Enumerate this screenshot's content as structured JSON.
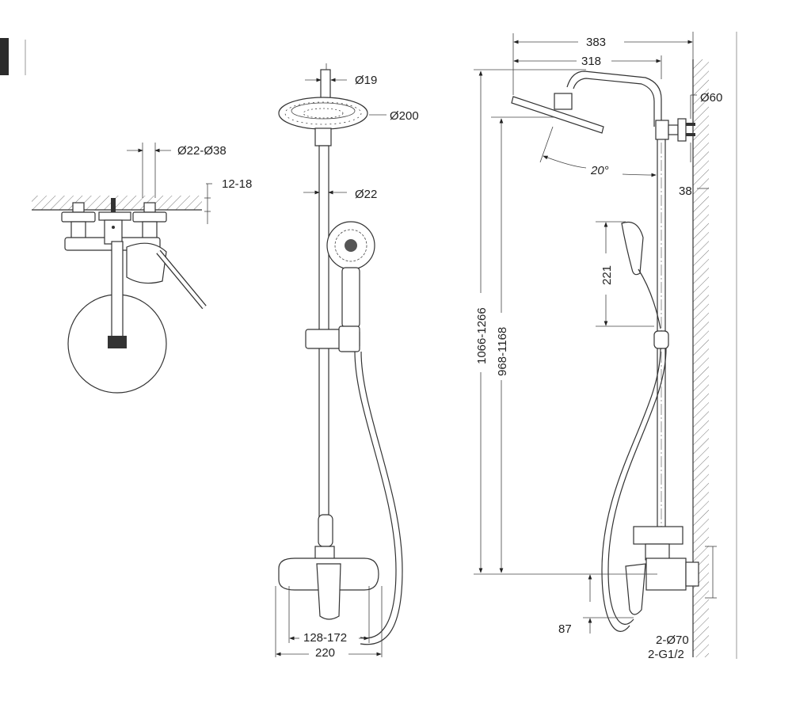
{
  "drawing": {
    "title": "Shower system dimension drawing",
    "views": [
      "top-view",
      "front-view",
      "side-view"
    ],
    "top_view": {
      "pipe_diameter": "Ø22-Ø38",
      "wall_offset": "12-18"
    },
    "front_view": {
      "stem_diameter": "Ø19",
      "head_diameter": "Ø200",
      "rail_diameter": "Ø22",
      "center_distance": "128-172",
      "mixer_width": "220"
    },
    "side_view": {
      "arm_total": "383",
      "arm_reach": "318",
      "bracket_diameter": "Ø60",
      "bracket_depth": "38",
      "tilt_angle": "20°",
      "hand_shower_range": "221",
      "total_height": "1066-1266",
      "head_height": "968-1168",
      "mixer_offset": "87",
      "escutcheon": "2-Ø70",
      "thread": "2-G1/2"
    }
  }
}
